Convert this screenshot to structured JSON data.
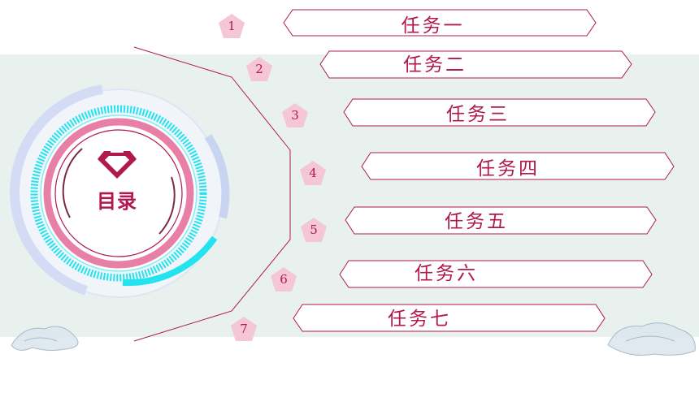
{
  "title": "目录",
  "tasks": [
    {
      "num": "1",
      "label": "任务一"
    },
    {
      "num": "2",
      "label": "任务二"
    },
    {
      "num": "3",
      "label": "任务三"
    },
    {
      "num": "4",
      "label": "任务四"
    },
    {
      "num": "5",
      "label": "任务五"
    },
    {
      "num": "6",
      "label": "任务六"
    },
    {
      "num": "7",
      "label": "任务七"
    }
  ],
  "colors": {
    "accent": "#b0184f",
    "badge_fill": "#f4c6d6",
    "band": "#e9f1ef",
    "cyan": "#23e3ef",
    "lavender": "#c9d3f2",
    "pink_ring": "#e77fa6"
  }
}
